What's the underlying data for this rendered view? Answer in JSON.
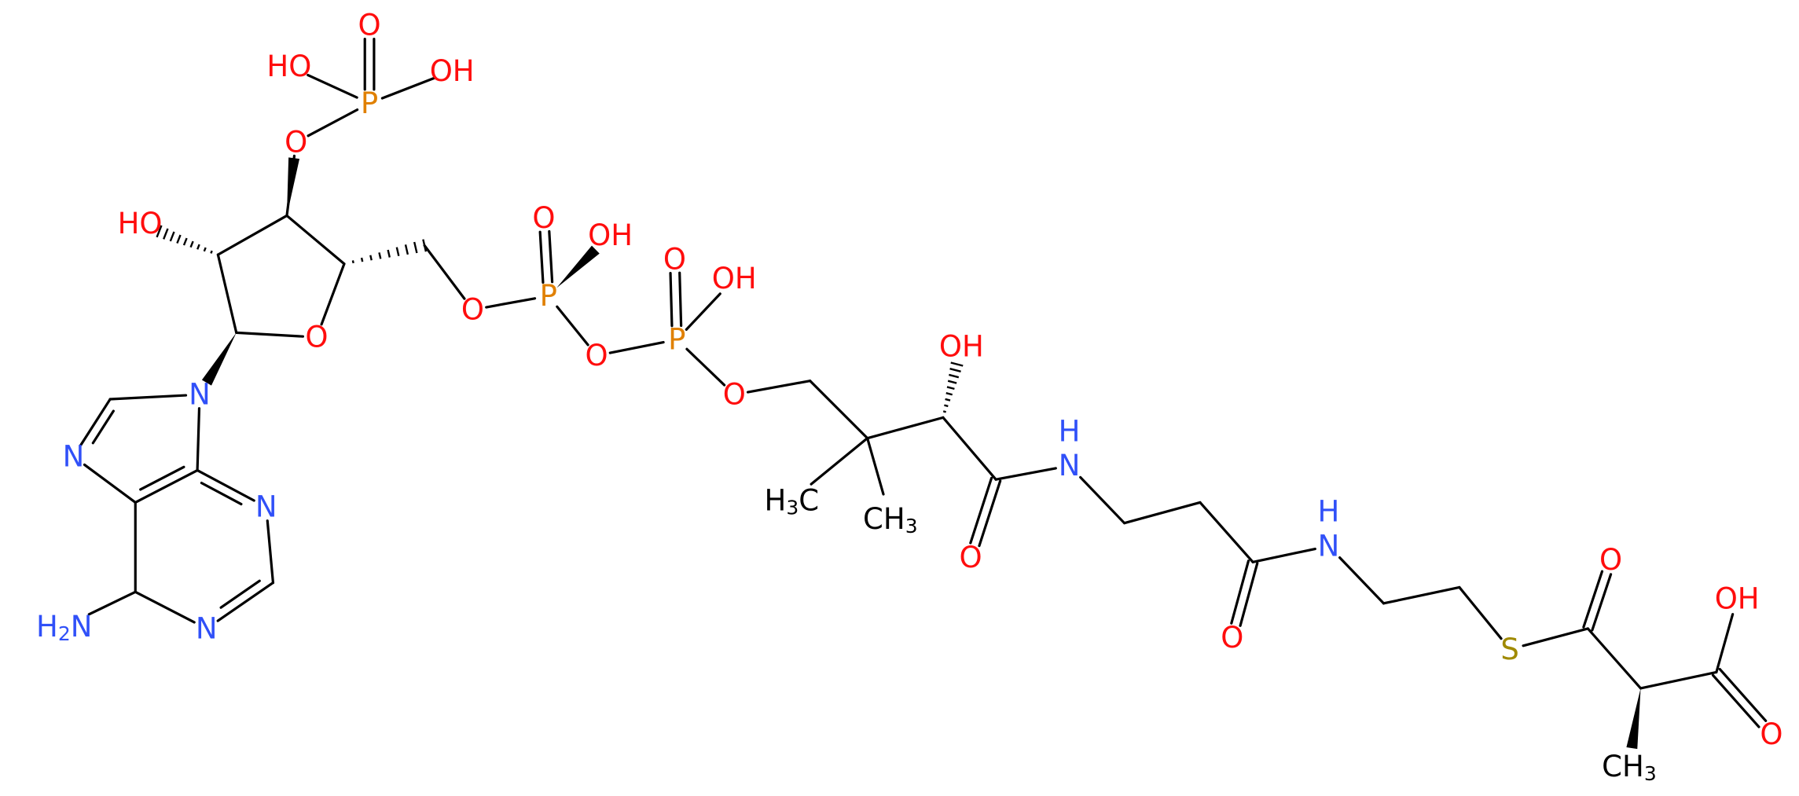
{
  "colors": {
    "bond": "#000000",
    "O": "#ff0d0d",
    "N": "#3050f8",
    "P": "#e08000",
    "S": "#a08a00",
    "C": "#000000"
  },
  "atoms": [
    {
      "id": "ho-p1-left",
      "label": "HO",
      "el": "O"
    },
    {
      "id": "o-p1-top",
      "label": "O",
      "el": "O"
    },
    {
      "id": "oh-p1-right",
      "label": "OH",
      "el": "O"
    },
    {
      "id": "p1",
      "label": "P",
      "el": "P"
    },
    {
      "id": "o-ester-3",
      "label": "O",
      "el": "O"
    },
    {
      "id": "ho-c2",
      "label": "HO",
      "el": "O"
    },
    {
      "id": "o-ring",
      "label": "O",
      "el": "O"
    },
    {
      "id": "n9",
      "label": "N",
      "el": "N"
    },
    {
      "id": "n7",
      "label": "N",
      "el": "N"
    },
    {
      "id": "n3",
      "label": "N",
      "el": "N"
    },
    {
      "id": "n1",
      "label": "N",
      "el": "N"
    },
    {
      "id": "nh2",
      "label": "H2N",
      "el": "N"
    },
    {
      "id": "o-p2-top",
      "label": "O",
      "el": "O"
    },
    {
      "id": "oh-p2",
      "label": "OH",
      "el": "O"
    },
    {
      "id": "p2",
      "label": "P",
      "el": "P"
    },
    {
      "id": "o5",
      "label": "O",
      "el": "O"
    },
    {
      "id": "o-bridge",
      "label": "O",
      "el": "O"
    },
    {
      "id": "o-p3-top",
      "label": "O",
      "el": "O"
    },
    {
      "id": "oh-p3",
      "label": "OH",
      "el": "O"
    },
    {
      "id": "p3",
      "label": "P",
      "el": "P"
    },
    {
      "id": "o-p3-ester",
      "label": "O",
      "el": "O"
    },
    {
      "id": "oh-pant",
      "label": "OH",
      "el": "O"
    },
    {
      "id": "ch3-a",
      "label": "H3C",
      "el": "C"
    },
    {
      "id": "ch3-b",
      "label": "CH3",
      "el": "C"
    },
    {
      "id": "o-amide1",
      "label": "O",
      "el": "O"
    },
    {
      "id": "nh-1",
      "label": "N",
      "el": "N"
    },
    {
      "id": "h-nh-1",
      "label": "H",
      "el": "N"
    },
    {
      "id": "o-amide2",
      "label": "O",
      "el": "O"
    },
    {
      "id": "nh-2",
      "label": "N",
      "el": "N"
    },
    {
      "id": "h-nh-2",
      "label": "H",
      "el": "N"
    },
    {
      "id": "s",
      "label": "S",
      "el": "S"
    },
    {
      "id": "o-thio",
      "label": "O",
      "el": "O"
    },
    {
      "id": "oh-acid",
      "label": "OH",
      "el": "O"
    },
    {
      "id": "o-acid",
      "label": "O",
      "el": "O"
    },
    {
      "id": "ch3-c",
      "label": "CH3",
      "el": "C"
    }
  ]
}
